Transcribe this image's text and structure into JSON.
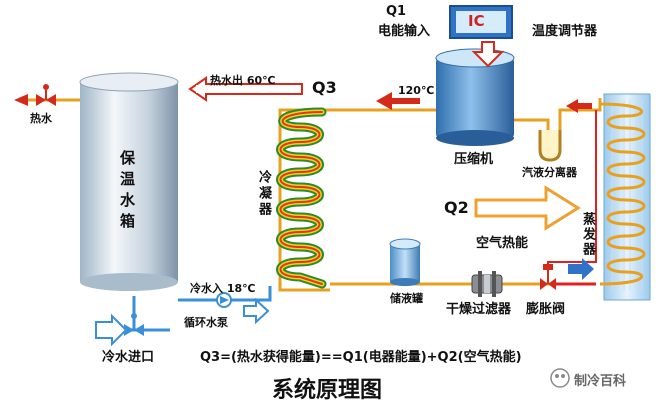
{
  "labels": {
    "q1": "Q1",
    "q1_text": "电能输入",
    "ic": "IC",
    "thermostat": "温度调节器",
    "hot_water_out": "热水出 60℃",
    "q3": "Q3",
    "temp_120": "120℃",
    "compressor": "压缩机",
    "separator": "汽液分离器",
    "hot_water": "热水",
    "tank": "保温水箱",
    "condenser": "冷凝器",
    "q2": "Q2",
    "air_energy": "空气热能",
    "evaporator": "蒸发器",
    "cold_in": "冷水入 18℃",
    "pump": "循环水泵",
    "receiver": "储液罐",
    "filter": "干燥过滤器",
    "valve": "膨胀阀",
    "cold_inlet": "冷水进口",
    "equation": "Q3=(热水获得能量)==Q1(电器能量)+Q2(空气热能)",
    "title": "系统原理图",
    "watermark": "制冷百科"
  },
  "colors": {
    "hot_pipe": "#e8a020",
    "refrigerant_red": "#e02020",
    "water_pipe": "#3a8fd8",
    "arrow_red": "#d42a1a",
    "arrow_orange": "#f0a030"
  }
}
